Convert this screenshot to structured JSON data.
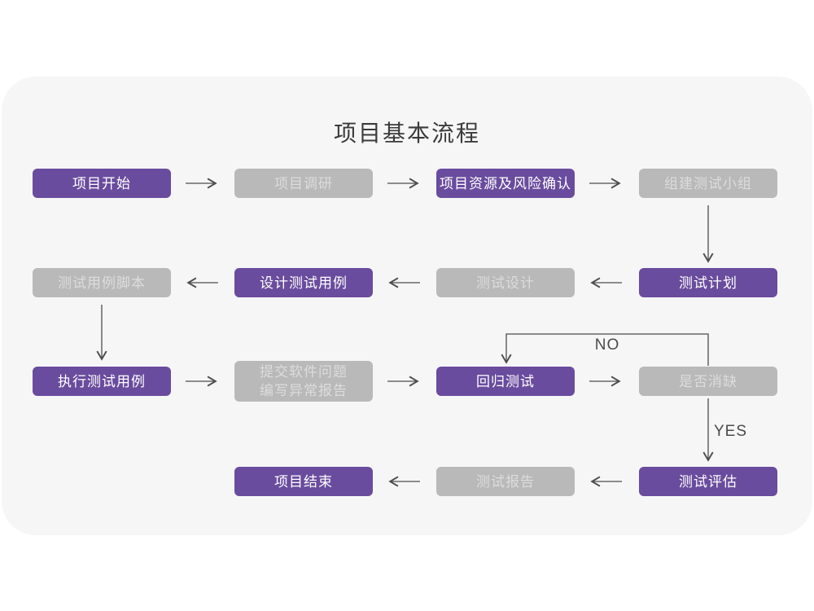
{
  "title": "项目基本流程",
  "colors": {
    "purple": "#6a4c9e",
    "gray": "#b9b9b9",
    "card_background": "#f6f6f7",
    "arrow": "#4d4d4d",
    "purple_text": "#ffffff",
    "gray_text": "#dcdcdc"
  },
  "nodes": [
    {
      "label": "项目开始",
      "type": "purple"
    },
    {
      "label": "项目调研",
      "type": "gray"
    },
    {
      "label": "项目资源及风险确认",
      "type": "purple"
    },
    {
      "label": "组建测试小组",
      "type": "gray"
    },
    {
      "label": "测试计划",
      "type": "purple"
    },
    {
      "label": "测试设计",
      "type": "gray"
    },
    {
      "label": "设计测试用例",
      "type": "purple"
    },
    {
      "label": "测试用例脚本",
      "type": "gray"
    },
    {
      "label": "执行测试用例",
      "type": "purple"
    },
    {
      "label": "提交软件问题",
      "line2": "编写异常报告",
      "type": "gray"
    },
    {
      "label": "回归测试",
      "type": "purple"
    },
    {
      "label": "是否消缺",
      "type": "gray"
    },
    {
      "label": "测试评估",
      "type": "purple"
    },
    {
      "label": "测试报告",
      "type": "gray"
    },
    {
      "label": "项目结束",
      "type": "purple"
    }
  ],
  "edge_labels": {
    "no": "NO",
    "yes": "YES"
  },
  "edges": [
    {
      "from": "项目开始",
      "to": "项目调研"
    },
    {
      "from": "项目调研",
      "to": "项目资源及风险确认"
    },
    {
      "from": "项目资源及风险确认",
      "to": "组建测试小组"
    },
    {
      "from": "组建测试小组",
      "to": "测试计划"
    },
    {
      "from": "测试计划",
      "to": "测试设计"
    },
    {
      "from": "测试设计",
      "to": "设计测试用例"
    },
    {
      "from": "设计测试用例",
      "to": "测试用例脚本"
    },
    {
      "from": "测试用例脚本",
      "to": "执行测试用例"
    },
    {
      "from": "执行测试用例",
      "to": "提交软件问题 编写异常报告"
    },
    {
      "from": "提交软件问题 编写异常报告",
      "to": "回归测试"
    },
    {
      "from": "回归测试",
      "to": "是否消缺"
    },
    {
      "from": "是否消缺",
      "to": "回归测试",
      "label": "NO"
    },
    {
      "from": "是否消缺",
      "to": "测试评估",
      "label": "YES"
    },
    {
      "from": "测试评估",
      "to": "测试报告"
    },
    {
      "from": "测试报告",
      "to": "项目结束"
    }
  ]
}
